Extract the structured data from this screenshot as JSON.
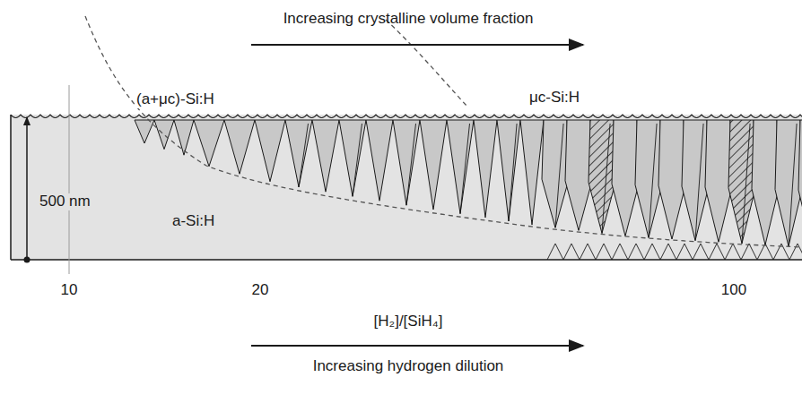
{
  "diagram": {
    "labels": [
      "Increasing crystalline volume fraction",
      "(a+μc)-Si:H",
      "μc-Si:H",
      "500 nm",
      "a-Si:H",
      "10",
      "20",
      "100",
      "[H₂]/[SiH₄]",
      "Increasing hydrogen dilution"
    ]
  }
}
